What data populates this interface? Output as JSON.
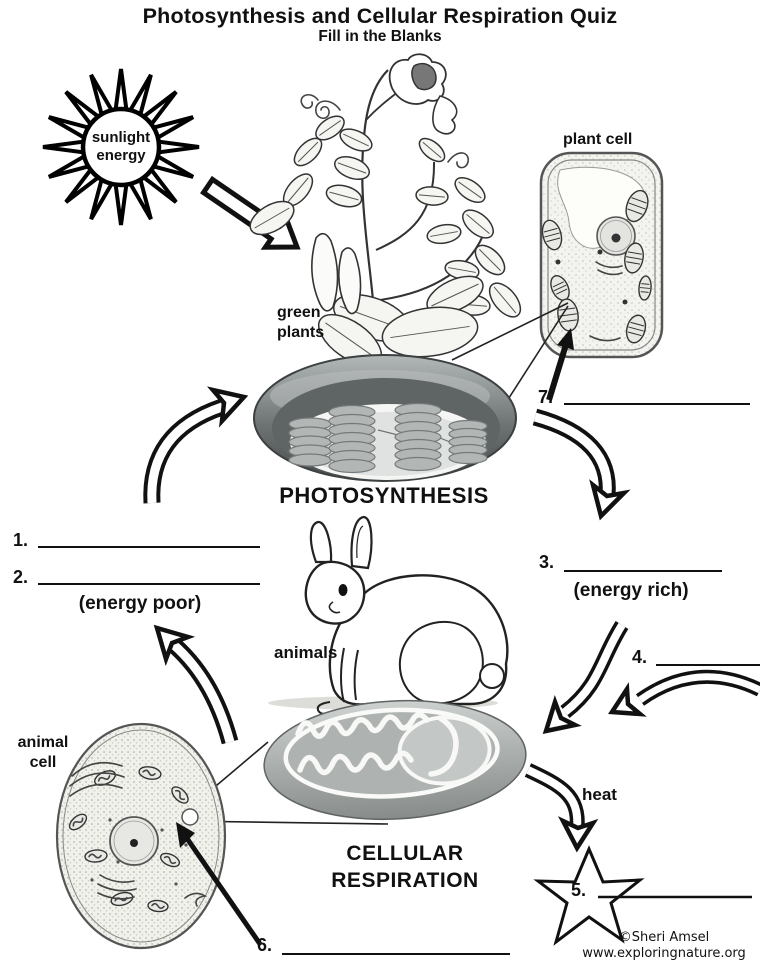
{
  "title": "Photosynthesis and Cellular Respiration Quiz",
  "subtitle": "Fill in the Blanks",
  "sun": {
    "line1": "sunlight",
    "line2": "energy"
  },
  "labels": {
    "green_plants": [
      "green",
      "plants"
    ],
    "plant_cell": "plant cell",
    "animals": "animals",
    "animal_cell": [
      "animal",
      "cell"
    ],
    "heat": "heat",
    "energy_poor": "(energy poor)",
    "energy_rich": "(energy rich)"
  },
  "stages": {
    "photosynthesis": "PHOTOSYNTHESIS",
    "cellular_respiration_line1": "CELLULAR",
    "cellular_respiration_line2": "RESPIRATION"
  },
  "blanks": {
    "b1": "1.",
    "b2": "2.",
    "b3": "3.",
    "b4": "4.",
    "b5": "5.",
    "b6": "6.",
    "b7": "7."
  },
  "credit": {
    "author": "©Sheri Amsel",
    "website": "www.exploringnature.org"
  },
  "colors": {
    "ink": "#111111",
    "chloroplast_dark": "#474c4d",
    "chloroplast_light": "#b3b8b8",
    "mitochondrion_light": "#cdd1cf",
    "mitochondrion_dark": "#878c8a",
    "organelle_fill": "#e8e8e4"
  }
}
